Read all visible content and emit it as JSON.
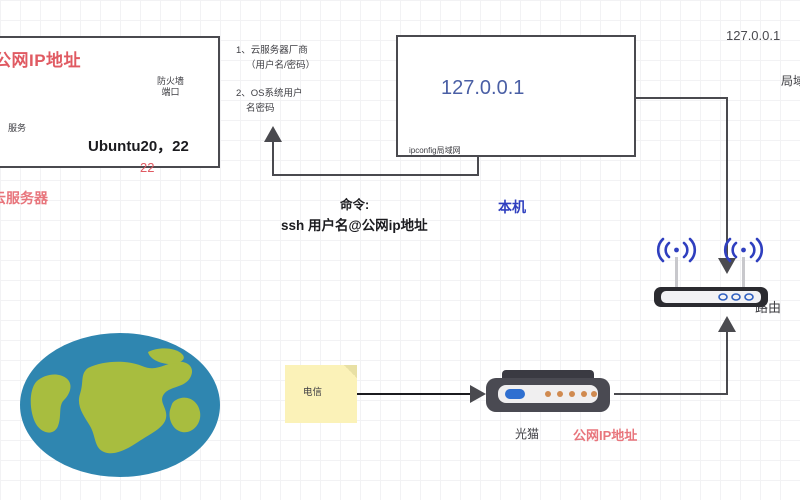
{
  "diagram": {
    "title": "network-topology-diagram",
    "background": "#ffffff",
    "grid_color": "#f2f2f4"
  },
  "cloud_server": {
    "public_ip_label": "公网IP地址",
    "firewall_label": "防火墙\n端口",
    "firewall_line1": "防火墙",
    "firewall_line2": "端口",
    "service_label": "服务",
    "os_port_label": "Ubuntu20，22",
    "port_red": "22",
    "caption": "云服务器",
    "accent_color": "#e05a62"
  },
  "notes": {
    "item1_num": "1、",
    "item1_line1": "云服务器厂商",
    "item1_line2": "（用户名/密码）",
    "item2_num": "2、",
    "item2_line1": "OS系统用户",
    "item2_line2": "名密码"
  },
  "local_machine": {
    "ip": "127.0.0.1",
    "ip_color": "#4a5fa5",
    "footer": "ipconfig局域网",
    "caption": "本机",
    "caption_color": "#2f3fbf"
  },
  "command": {
    "title": "命令:",
    "line": "ssh 用户名@公网ip地址"
  },
  "right_labels": {
    "loopback_ip": "127.0.0.1",
    "lan": "局域",
    "router": "路由"
  },
  "telecom": {
    "label": "电信",
    "note_color": "#fbf2b8"
  },
  "modem": {
    "label": "光猫",
    "public_ip_label": "公网IP地址",
    "public_ip_color": "#e8757c",
    "led_color": "#d08a50",
    "body_color": "#4a4a52",
    "port_color": "#2f6fd0"
  },
  "router": {
    "body_color": "#2b2b30",
    "led_color": "#2f5fc0",
    "wifi_color": "#2f3fbf",
    "antenna_count": 2,
    "led_count": 3
  },
  "globe": {
    "ocean_color": "#2f86b0",
    "land_color": "#a8bd3f"
  },
  "icons": {
    "globe": "globe-icon",
    "router": "router-icon",
    "modem": "modem-icon",
    "wifi": "wifi-icon",
    "note": "sticky-note-icon"
  }
}
